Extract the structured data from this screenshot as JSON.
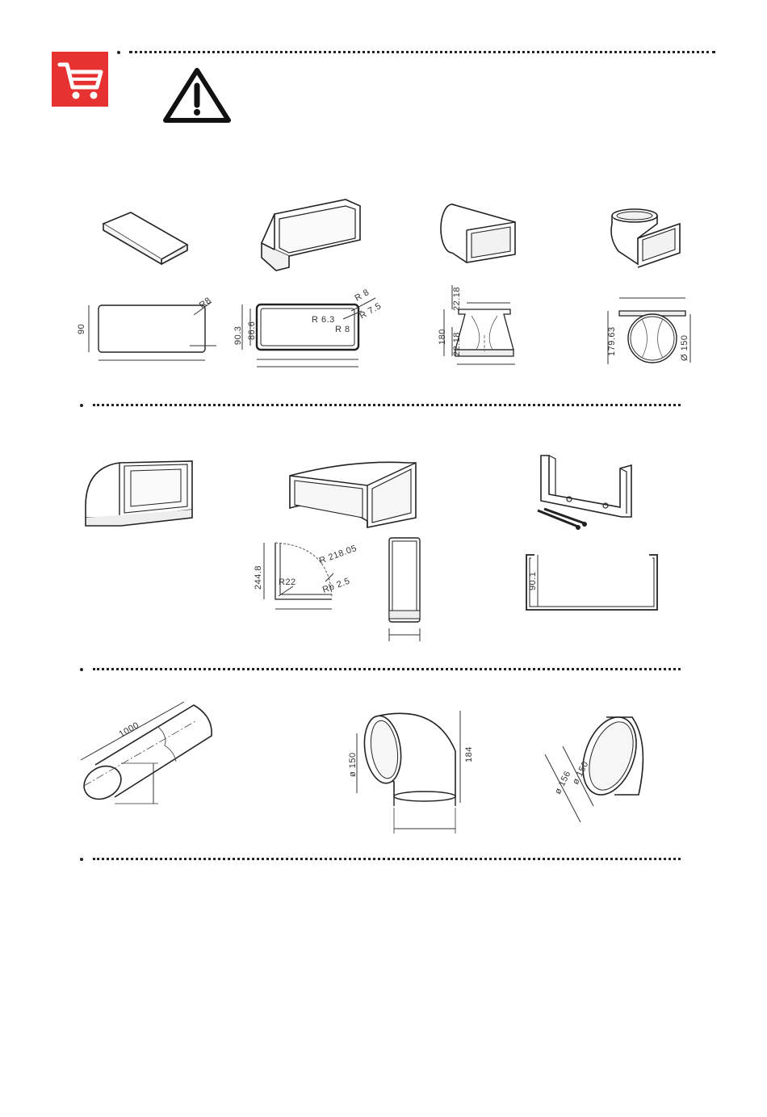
{
  "header": {
    "cart_icon": "shopping-cart-icon",
    "warning_icon": "warning-triangle-icon",
    "accent_color": "#e63230"
  },
  "row1": {
    "item1": {
      "label_90": "90",
      "label_r8": "R8"
    },
    "item2": {
      "label_903": "90.3",
      "label_866": "86.6",
      "label_r8a": "R 8",
      "label_r75": "R 7.5",
      "label_r63": "R 6.3",
      "label_r8b": "R 8"
    },
    "item3": {
      "label_2218a": "22.18",
      "label_180": "180",
      "label_2218b": "22.18"
    },
    "item4": {
      "label_17963": "179.63",
      "label_d150": "Ø 150"
    }
  },
  "row2": {
    "item2": {
      "label_2448": "244.8",
      "label_r21805": "R 218.05",
      "label_r22": "R22",
      "label_rb25": "Rb 2.5"
    },
    "item3": {
      "label_901": "90.1"
    }
  },
  "row3": {
    "item1": {
      "label_1000": "1000"
    },
    "item2": {
      "label_d150": "ø 150",
      "label_184": "184"
    },
    "item3": {
      "label_d150": "ø 150",
      "label_d156": "ø 156"
    }
  }
}
